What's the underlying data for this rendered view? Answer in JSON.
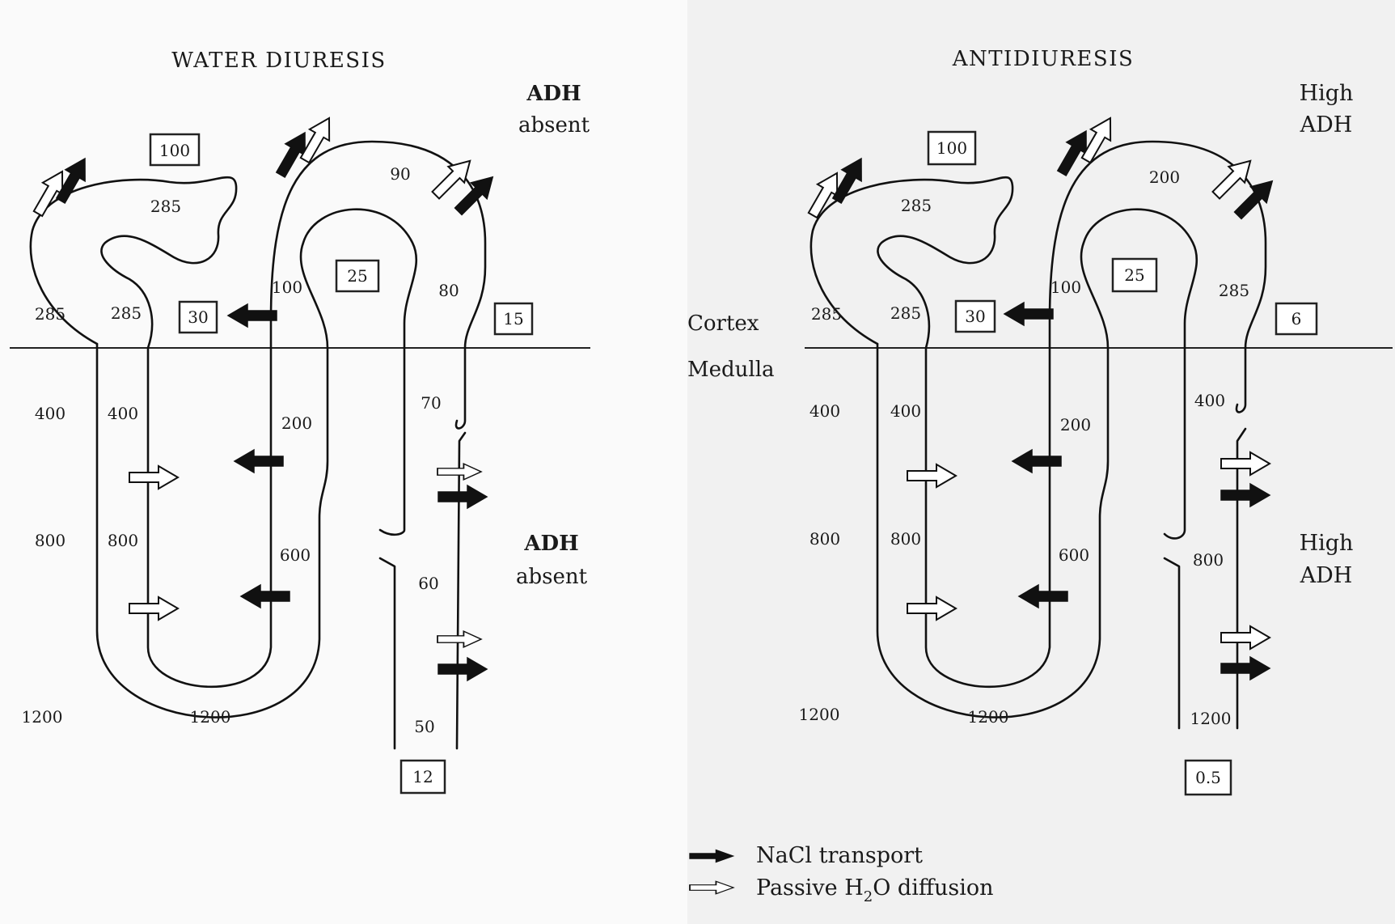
{
  "left": {
    "title": "WATER DIURESIS",
    "adh_top": [
      "ADH",
      "absent"
    ],
    "adh_mid": [
      "ADH",
      "absent"
    ],
    "interstitium": [
      "285",
      "400",
      "800",
      "1200"
    ],
    "proximal": [
      "285",
      "285"
    ],
    "descending": [
      "400",
      "800"
    ],
    "bend": "1200",
    "ascending": [
      "100",
      "200",
      "600"
    ],
    "distal": [
      "90",
      "80"
    ],
    "collecting": [
      "70",
      "60",
      "50"
    ],
    "boxes": [
      "100",
      "30",
      "25",
      "15",
      "12"
    ]
  },
  "right": {
    "title": "ANTIDIURESIS",
    "adh_top": [
      "High",
      "ADH"
    ],
    "adh_mid": [
      "High",
      "ADH"
    ],
    "cortex": "Cortex",
    "medulla": "Medulla",
    "interstitium": [
      "285",
      "400",
      "800",
      "1200"
    ],
    "proximal": [
      "285",
      "285"
    ],
    "descending": [
      "400",
      "800"
    ],
    "bend": "1200",
    "ascending": [
      "100",
      "200",
      "600"
    ],
    "distal": [
      "200",
      "285"
    ],
    "collecting": [
      "400",
      "800",
      "1200"
    ],
    "boxes": [
      "100",
      "30",
      "25",
      "6",
      "0.5"
    ]
  },
  "legend": {
    "nacl": "NaCl transport",
    "h2o_prefix": "Passive H",
    "h2o_sub": "2",
    "h2o_suffix": "O diffusion"
  },
  "icons": {
    "solid": "solid-arrow-icon",
    "hollow": "hollow-arrow-icon"
  }
}
